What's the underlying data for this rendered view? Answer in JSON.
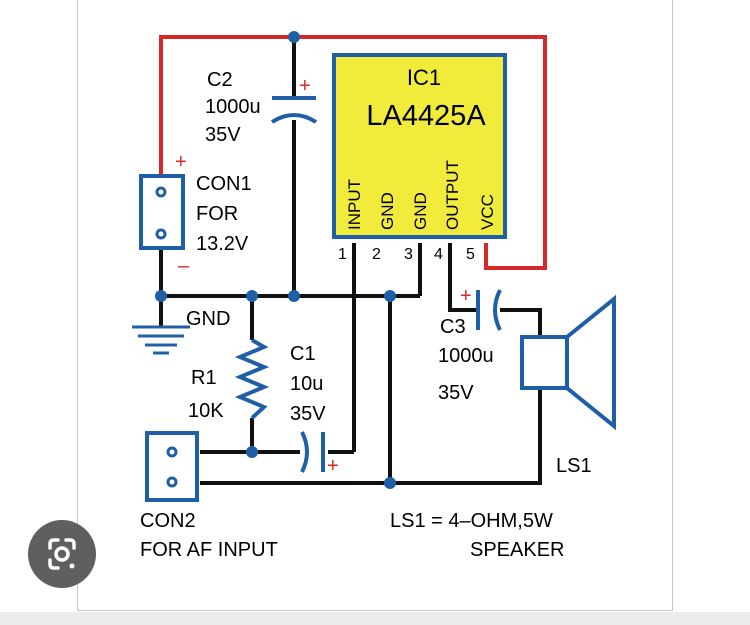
{
  "colors": {
    "wire_black": "#111111",
    "wire_red": "#d62828",
    "component_blue": "#1f5fa8",
    "ic_fill": "#f1ec3c",
    "polarity_red": "#d62828",
    "node_dot": "#1f5fa8"
  },
  "ic": {
    "ref": "IC1",
    "part": "LA4425A",
    "pins": [
      {
        "num": "1",
        "name": "INPUT"
      },
      {
        "num": "2",
        "name": "GND"
      },
      {
        "num": "3",
        "name": "GND"
      },
      {
        "num": "4",
        "name": "OUTPUT"
      },
      {
        "num": "5",
        "name": "VCC"
      }
    ]
  },
  "c2": {
    "ref": "C2",
    "value": "1000u",
    "voltage": "35V",
    "plus": "+"
  },
  "con1": {
    "ref": "CON1",
    "line2": "FOR",
    "line3": "13.2V",
    "plus": "+",
    "minus": "–"
  },
  "gnd_label": "GND",
  "c1": {
    "ref": "C1",
    "value": "10u",
    "voltage": "35V",
    "plus": "+"
  },
  "r1": {
    "ref": "R1",
    "value": "10K"
  },
  "c3": {
    "ref": "C3",
    "value": "1000u",
    "voltage": "35V",
    "plus": "+"
  },
  "con2": {
    "ref": "CON2",
    "desc": "FOR AF INPUT"
  },
  "ls1": {
    "ref": "LS1",
    "spec_line1": "LS1 = 4–OHM,5W",
    "spec_line2": "SPEAKER"
  },
  "icons": {
    "lens": "google-lens-icon"
  }
}
